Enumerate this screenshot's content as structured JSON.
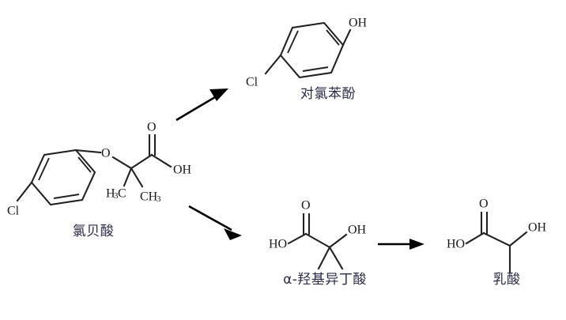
{
  "diagram": {
    "title_visible": false,
    "type": "chemical-degradation-pathway",
    "background_color": "#ffffff",
    "bond_color": "#222222",
    "arrow_color": "#000000",
    "label_color": "#2b2b4a"
  },
  "structures": {
    "clofibric_acid": {
      "name_label": "氯贝酸",
      "atoms": {
        "chlorine": "Cl",
        "ether_oxygen": "O",
        "carbonyl_oxygen": "O",
        "hydroxyl": "OH",
        "methyl_left": "H",
        "methyl_left_sub": "3",
        "methyl_left_tail": "C",
        "methyl_right": "CH",
        "methyl_right_sub": "3"
      }
    },
    "chlorophenol": {
      "name_label": "对氯苯酚",
      "atoms": {
        "chlorine": "Cl",
        "hydroxyl": "OH"
      }
    },
    "hydroxyisobutyric_acid": {
      "name_label": "α-羟基异丁酸",
      "atoms": {
        "acid_hydroxyl": "HO",
        "carbonyl_oxygen": "O",
        "alpha_hydroxyl": "OH"
      }
    },
    "lactic_acid": {
      "name_label": "乳酸",
      "atoms": {
        "acid_hydroxyl": "HO",
        "carbonyl_oxygen": "O",
        "alpha_hydroxyl": "OH"
      }
    }
  },
  "arrows": [
    {
      "id": "arrow-to-chlorophenol",
      "direction": "up-right"
    },
    {
      "id": "arrow-to-hydroxyisobutyric",
      "direction": "down-right"
    },
    {
      "id": "arrow-to-lactic",
      "direction": "right"
    }
  ]
}
